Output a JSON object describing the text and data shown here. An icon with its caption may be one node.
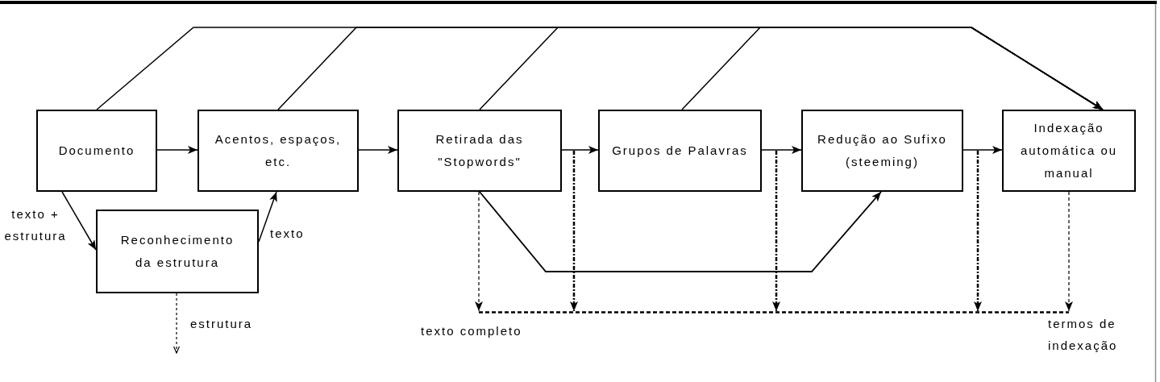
{
  "diagram": {
    "nodes": [
      {
        "text": [
          "Documento"
        ]
      },
      {
        "text": [
          "Acentos, espaços, etc."
        ]
      },
      {
        "text": [
          "Reconhecimento da estrutura"
        ]
      },
      {
        "text": [
          "Retirada das \"Stopwords\""
        ]
      },
      {
        "text": [
          "Grupos de Palavras"
        ]
      },
      {
        "text": [
          "Redução ao Sufixo (steeming)"
        ]
      },
      {
        "text": [
          "Indexação automática ou manual"
        ]
      },
      {
        "text": [],
        "shape": "bar",
        "beside": [
          "texto completo",
          "termos de indexação"
        ]
      }
    ],
    "edges": [
      {
        "from": 0,
        "to": 1,
        "arrow": "to"
      },
      {
        "from": 0,
        "to": 2,
        "arrow": "to",
        "label": "texto + estrutura"
      },
      {
        "from": 2,
        "to": 1,
        "arrow": "to",
        "label": "texto"
      },
      {
        "from": 2,
        "to": null,
        "arrow": "to",
        "label": "estrutura",
        "style": "dashed"
      },
      {
        "from": 1,
        "to": 3,
        "arrow": "to"
      },
      {
        "from": 3,
        "to": 4,
        "arrow": "to"
      },
      {
        "from": 4,
        "to": 5,
        "arrow": "to"
      },
      {
        "from": 5,
        "to": 6,
        "arrow": "to"
      },
      {
        "from": 3,
        "to": 5,
        "arrow": "to"
      },
      {
        "from": 0,
        "to": 6,
        "arrow": "to"
      },
      {
        "from": 1,
        "to": 6,
        "arrow": "to"
      },
      {
        "from": 3,
        "to": 6,
        "arrow": "to"
      },
      {
        "from": 4,
        "to": 6,
        "arrow": "to"
      },
      {
        "from": 3,
        "to": 7,
        "arrow": "to",
        "style": "dashed"
      },
      {
        "from": 3,
        "to": 7,
        "arrow": "to",
        "style": "dashed"
      },
      {
        "from": 4,
        "to": 7,
        "arrow": "to",
        "style": "dashed"
      },
      {
        "from": 5,
        "to": 7,
        "arrow": "to",
        "style": "dashed"
      },
      {
        "from": 6,
        "to": 7,
        "arrow": "to",
        "style": "dashed"
      }
    ]
  }
}
